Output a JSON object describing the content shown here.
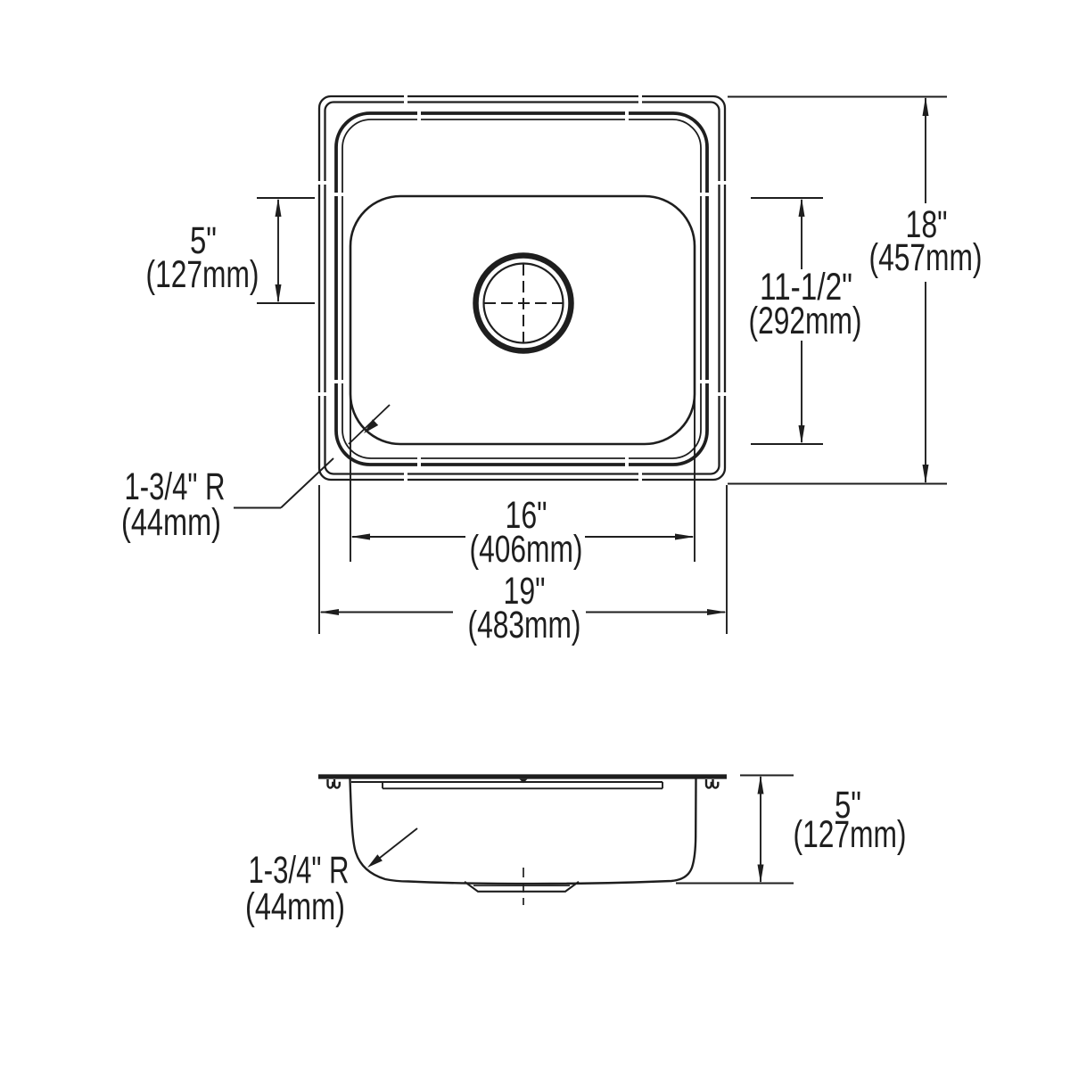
{
  "colors": {
    "line": "#1e1e1e",
    "background": "#ffffff"
  },
  "top_view": {
    "dim_drain_offset": {
      "in": "5\"",
      "mm": "(127mm)"
    },
    "dim_corner_radius": {
      "label": "1-3/4\" R",
      "mm": "(44mm)"
    },
    "dim_bowl_width": {
      "in": "16\"",
      "mm": "(406mm)"
    },
    "dim_overall_width": {
      "in": "19\"",
      "mm": "(483mm)"
    },
    "dim_bowl_depth": {
      "in": "11-1/2\"",
      "mm": "(292mm)"
    },
    "dim_overall_depth": {
      "in": "18\"",
      "mm": "(457mm)"
    }
  },
  "side_view": {
    "dim_corner_radius": {
      "label": "1-3/4\" R",
      "mm": "(44mm)"
    },
    "dim_height": {
      "in": "5\"",
      "mm": "(127mm)"
    }
  }
}
